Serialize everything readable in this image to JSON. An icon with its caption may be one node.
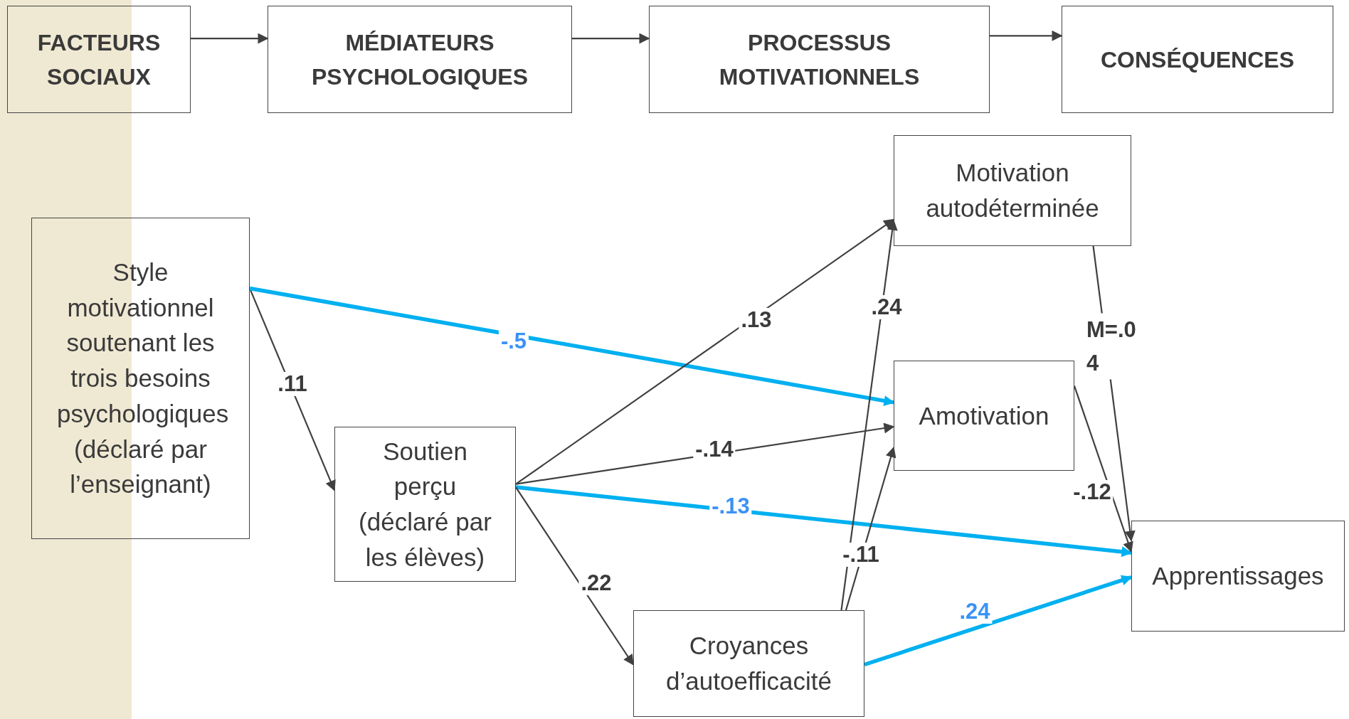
{
  "diagram": {
    "nodes": [
      {
        "text": [
          "FACTEURS SOCIAUX"
        ]
      },
      {
        "text": [
          "MÉDIATEURS PSYCHOLOGIQUES"
        ]
      },
      {
        "text": [
          "PROCESSUS MOTIVATIONNELS"
        ]
      },
      {
        "text": [
          "CONSÉQUENCES"
        ]
      },
      {
        "text": [
          "Motivation autodéterminée"
        ]
      },
      {
        "text": [
          "Style motivationnel soutenant les trois besoins psychologiques (déclaré par l’enseignant)"
        ]
      },
      {
        "text": [
          "Amotivation"
        ]
      },
      {
        "text": [
          "Soutien perçu (déclaré par les élèves)"
        ]
      },
      {
        "text": [
          "Apprentissages"
        ]
      },
      {
        "text": [
          "Croyances d’autoefficacité"
        ]
      }
    ],
    "edges": [
      {
        "from": 0,
        "to": 1,
        "arrow": "to"
      },
      {
        "from": 1,
        "to": 2,
        "arrow": "to"
      },
      {
        "from": 2,
        "to": 3,
        "arrow": "to"
      },
      {
        "from": 5,
        "to": 7,
        "arrow": "to",
        "label": ".11"
      },
      {
        "from": 5,
        "to": 6,
        "arrow": "to",
        "label": "-.5",
        "style": "thick",
        "color": "#00b0f0"
      },
      {
        "from": 7,
        "to": 4,
        "arrow": "to",
        "label": ".13"
      },
      {
        "from": 7,
        "to": 6,
        "arrow": "to",
        "label": "-.14"
      },
      {
        "from": 7,
        "to": 8,
        "arrow": "to",
        "label": "-.13",
        "style": "thick",
        "color": "#00b0f0"
      },
      {
        "from": 7,
        "to": 9,
        "arrow": "to",
        "label": ".22"
      },
      {
        "from": 9,
        "to": 4,
        "arrow": "to",
        "label": ".24"
      },
      {
        "from": 9,
        "to": 6,
        "arrow": "to",
        "label": "-.11"
      },
      {
        "from": 4,
        "to": 8,
        "arrow": "to",
        "label": "M=.04"
      },
      {
        "from": 6,
        "to": 8,
        "arrow": "to",
        "label": "-.12"
      },
      {
        "from": 9,
        "to": 8,
        "arrow": "to",
        "label": ".24",
        "style": "thick",
        "color": "#00b0f0"
      }
    ]
  }
}
